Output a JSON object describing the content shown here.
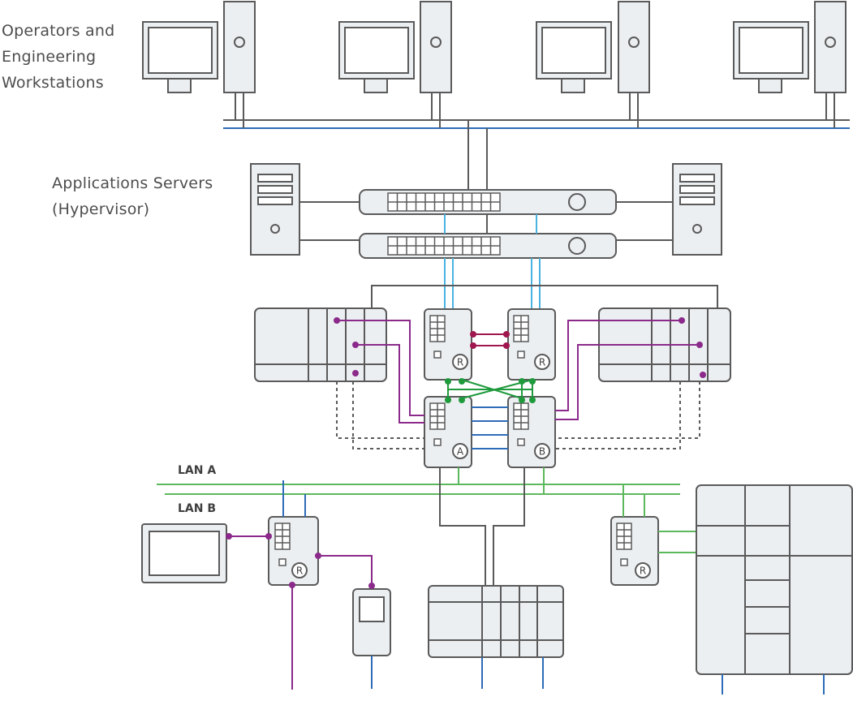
{
  "labels": {
    "workstations": [
      "Operators and",
      "Engineering",
      "Workstations"
    ],
    "servers": [
      "Applications Servers",
      "(Hypervisor)"
    ],
    "lan_a": "LAN A",
    "lan_b": "LAN B",
    "controller_a": "A",
    "controller_b": "B",
    "redundancy_marker": "R"
  },
  "colors": {
    "outline": "#5a5a5a",
    "fill": "#eceff1",
    "network_blue": "#2e6bb8",
    "fiber_light_blue": "#4ab3e0",
    "lan_green": "#5cb85c",
    "sync_green": "#1f9a3c",
    "purple": "#8b2a8b",
    "crimson": "#a0164f"
  }
}
